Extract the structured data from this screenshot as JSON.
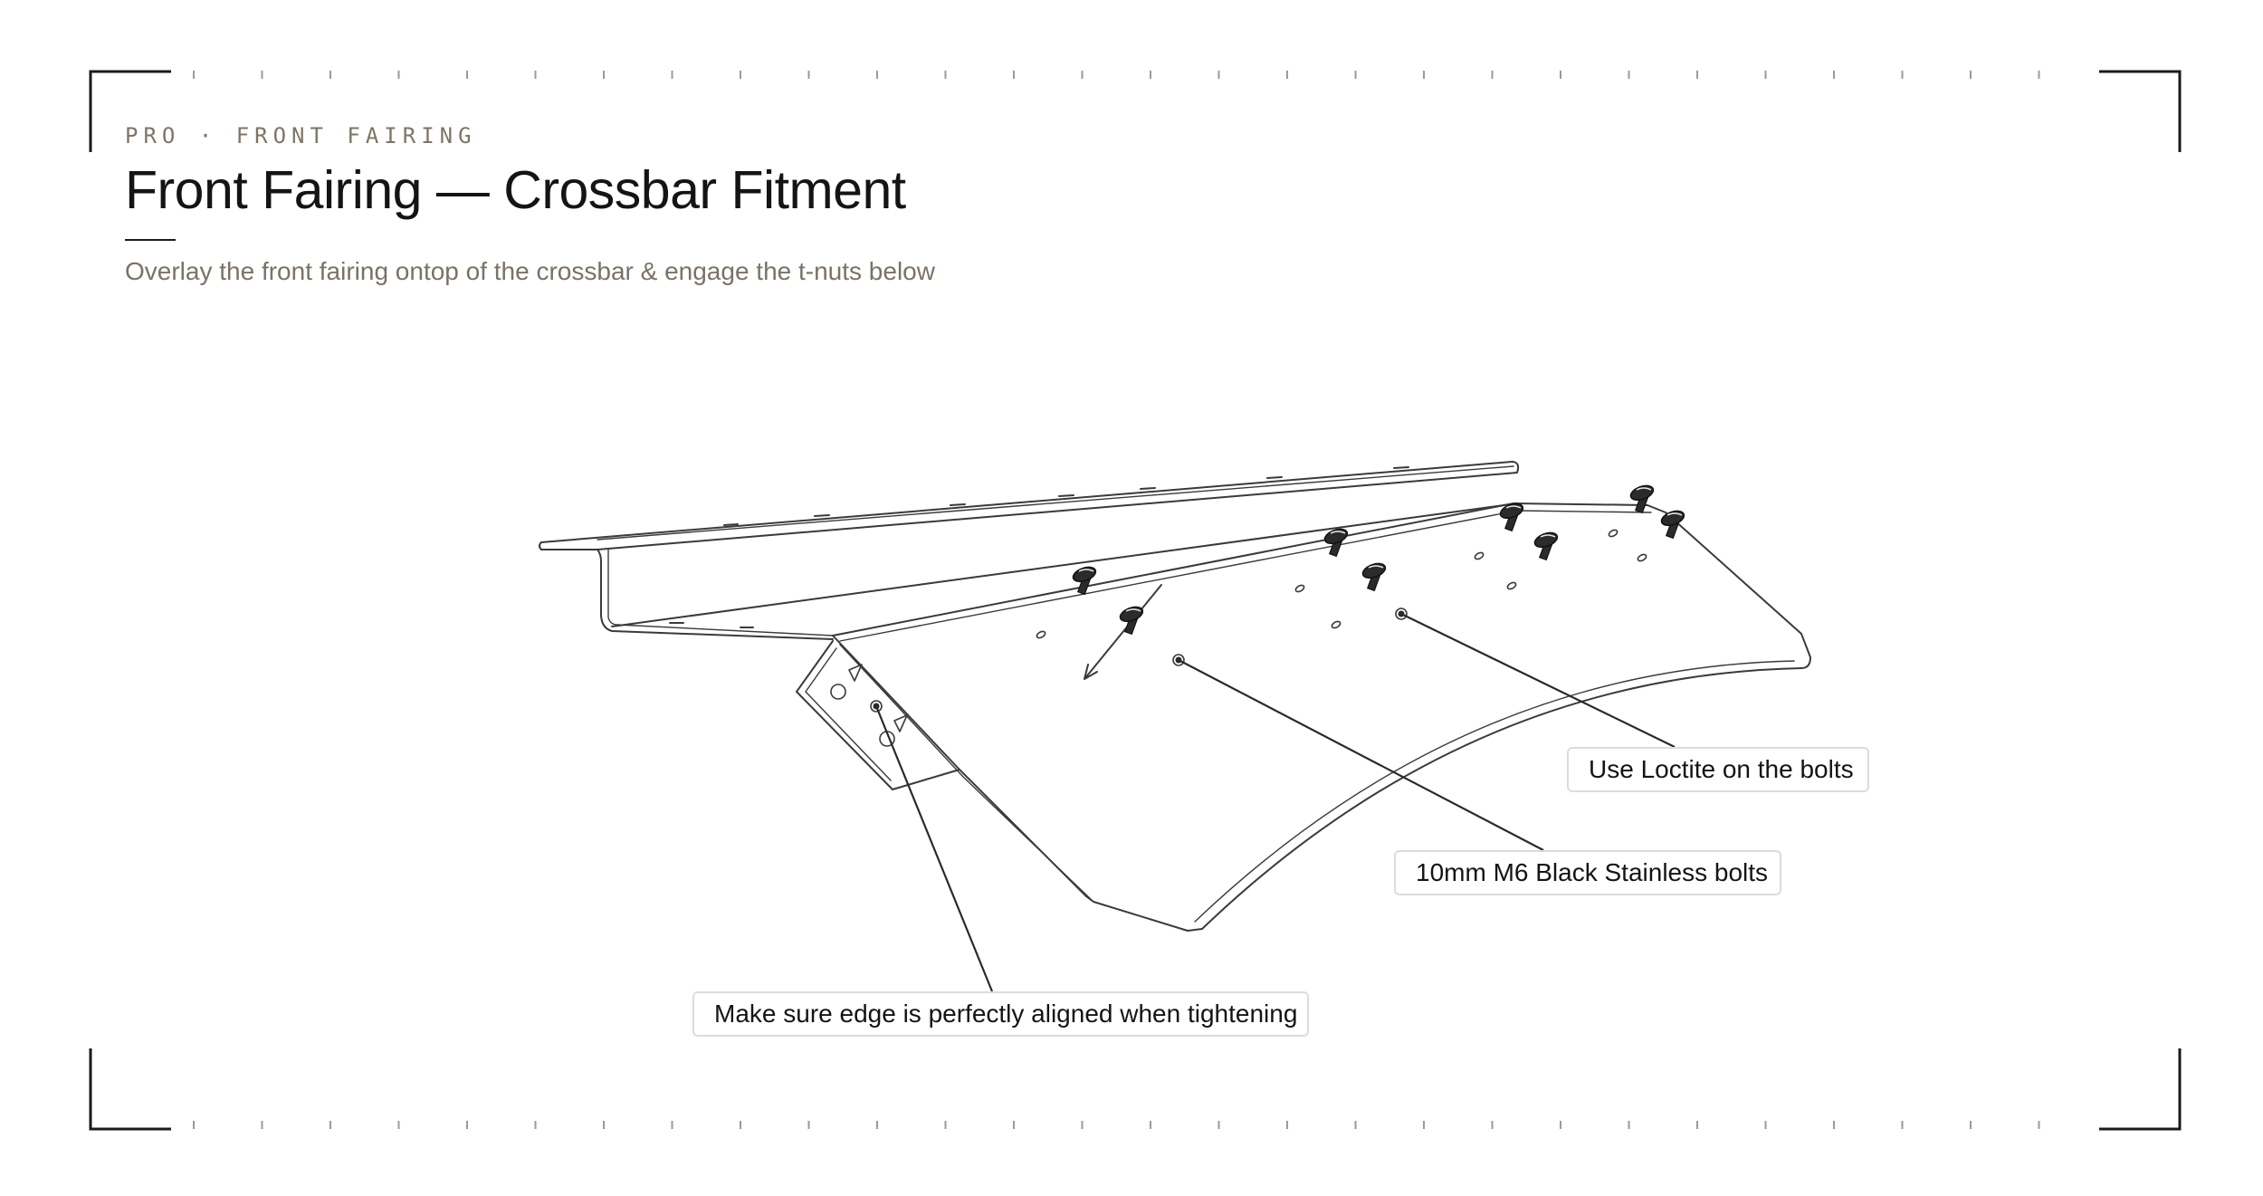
{
  "header": {
    "eyebrow": "PRO · FRONT FAIRING",
    "title": "Front Fairing — Crossbar Fitment",
    "subtitle": "Overlay the front fairing ontop of the crossbar & engage the t-nuts below"
  },
  "callouts": {
    "edge": "Make sure edge is perfectly aligned when tightening",
    "bolts": "10mm M6 Black Stainless bolts",
    "loctite": "Use Loctite on the bolts"
  },
  "colors": {
    "frame": "#1a1a1a",
    "eyebrow": "#7d7567",
    "subtitle": "#7a7266",
    "line": "#2a2a2a",
    "bolt": "#2b2b2b"
  }
}
